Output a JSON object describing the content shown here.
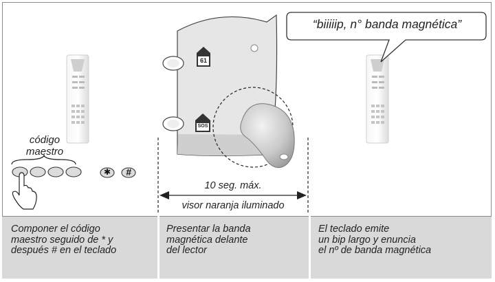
{
  "speech_bubble": "“biiiiip, n° banda magnética”",
  "left_panel": {
    "code_label": "código\nmaestro",
    "star_key": "✱",
    "hash_key": "#"
  },
  "middle_panel": {
    "time_label": "10 seg. máx.",
    "lit_label": "visor naranja iluminado",
    "sos_label": "SOS",
    "home_label": "61"
  },
  "captions": [
    "Componer el código\nmaestro seguido de * y\ndespués # en el teclado",
    "Presentar la banda\nmagnética delante\ndel lector",
    "El teclado emite\nun bip largo y enuncia\nel nº de banda magnética"
  ]
}
